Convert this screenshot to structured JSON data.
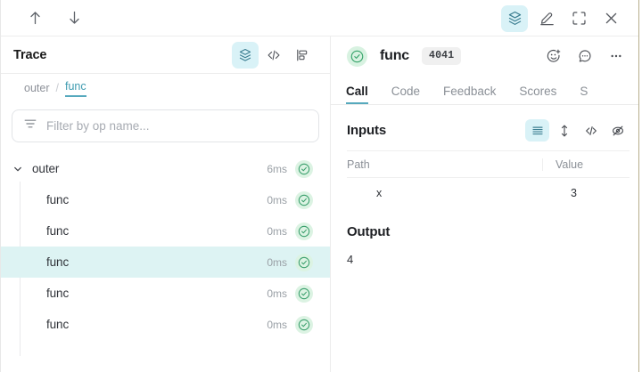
{
  "topbar": {
    "prev_label": "↑",
    "next_label": "↓",
    "icons": [
      {
        "name": "trace-tree-icon",
        "label": "Trace"
      },
      {
        "name": "highlighter-icon",
        "label": "Annotate"
      },
      {
        "name": "fullscreen-icon",
        "label": "Expand"
      },
      {
        "name": "close-icon",
        "label": "Close"
      }
    ]
  },
  "trace_panel": {
    "title": "Trace",
    "view_icons": [
      {
        "name": "tree-view-icon",
        "label": "Tree view",
        "active": true
      },
      {
        "name": "code-view-icon",
        "label": "Code view",
        "active": false
      },
      {
        "name": "flamegraph-icon",
        "label": "Flame graph",
        "active": false
      }
    ],
    "breadcrumb": [
      {
        "label": "outer",
        "active": false
      },
      {
        "label": "func",
        "active": true
      }
    ],
    "breadcrumb_separator": "/",
    "filter": {
      "placeholder": "Filter by op name...",
      "value": "",
      "icon": "filter-icon"
    },
    "rows": [
      {
        "label": "outer",
        "duration": "6ms",
        "depth": 0,
        "expanded": true,
        "selected": false,
        "status": "success"
      },
      {
        "label": "func",
        "duration": "0ms",
        "depth": 1,
        "expanded": false,
        "selected": false,
        "status": "success"
      },
      {
        "label": "func",
        "duration": "0ms",
        "depth": 1,
        "expanded": false,
        "selected": false,
        "status": "success"
      },
      {
        "label": "func",
        "duration": "0ms",
        "depth": 1,
        "expanded": false,
        "selected": true,
        "status": "success"
      },
      {
        "label": "func",
        "duration": "0ms",
        "depth": 1,
        "expanded": false,
        "selected": false,
        "status": "success"
      },
      {
        "label": "func",
        "duration": "0ms",
        "depth": 1,
        "expanded": false,
        "selected": false,
        "status": "success"
      }
    ]
  },
  "call_panel": {
    "status": "success",
    "title": "func",
    "badge": "4041",
    "header_icons": [
      {
        "name": "add-reaction-icon",
        "label": "Add reaction"
      },
      {
        "name": "comment-icon",
        "label": "Comment"
      },
      {
        "name": "more-options-icon",
        "label": "More options"
      }
    ],
    "tabs": [
      {
        "label": "Call",
        "active": true
      },
      {
        "label": "Code",
        "active": false
      },
      {
        "label": "Feedback",
        "active": false
      },
      {
        "label": "Scores",
        "active": false
      },
      {
        "label": "S",
        "active": false
      }
    ],
    "inputs": {
      "title": "Inputs",
      "view_icons": [
        {
          "name": "list-view-icon",
          "label": "List view",
          "active": true
        },
        {
          "name": "expand-rows-icon",
          "label": "Expand rows",
          "active": false
        },
        {
          "name": "code-view-icon",
          "label": "Code view",
          "active": false
        },
        {
          "name": "hide-empty-icon",
          "label": "Hide empty",
          "active": false
        }
      ],
      "columns": [
        "Path",
        "Value"
      ],
      "rows": [
        {
          "path": "x",
          "value": "3"
        }
      ]
    },
    "output": {
      "title": "Output",
      "value": "4"
    }
  },
  "colors": {
    "accent": "#56a9bd",
    "active_bg": "#d9f2f7",
    "selected_row": "#ddf3f3",
    "success": "#36a36a",
    "success_bg": "#dcf3e3",
    "window_edge": "#b6ae8b"
  }
}
